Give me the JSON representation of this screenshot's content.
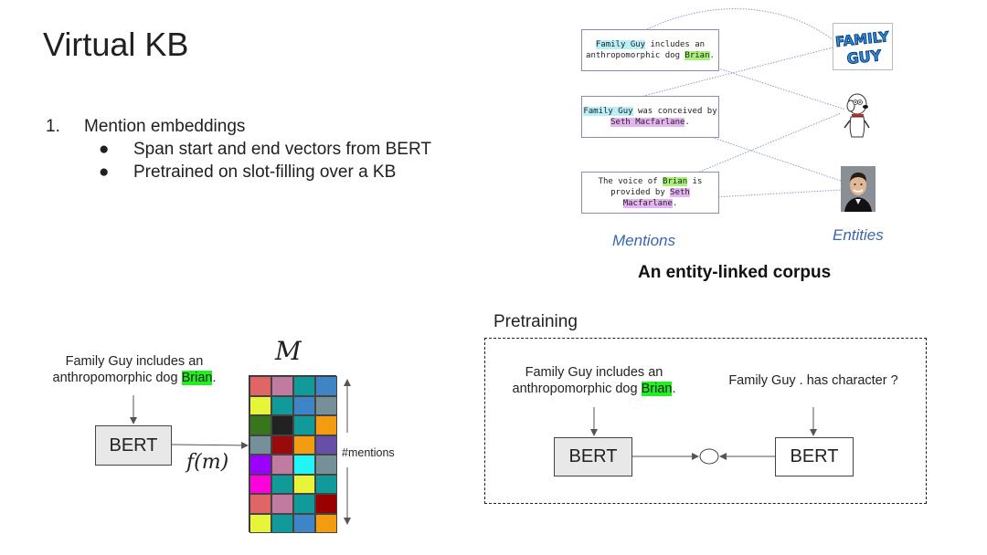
{
  "slide": {
    "title": "Virtual KB",
    "list": {
      "item_number": "1.",
      "item_text": "Mention embeddings",
      "bullet_char": "●",
      "bullets": [
        "Span start and end vectors from BERT",
        "Pretrained on slot-filling over a KB"
      ]
    }
  },
  "corpus": {
    "mentions": [
      {
        "segments": [
          [
            {
              "t": "Family Guy",
              "hl": "cyan"
            },
            {
              "t": " includes an",
              "hl": ""
            }
          ],
          [
            {
              "t": "anthropomorphic dog ",
              "hl": ""
            },
            {
              "t": "Brian",
              "hl": "green"
            },
            {
              "t": ".",
              "hl": ""
            }
          ]
        ]
      },
      {
        "segments": [
          [
            {
              "t": "Family Guy",
              "hl": "cyan"
            },
            {
              "t": " was conceived by",
              "hl": ""
            }
          ],
          [
            {
              "t": "Seth Macfarlane",
              "hl": "purple"
            },
            {
              "t": ".",
              "hl": ""
            }
          ]
        ]
      },
      {
        "segments": [
          [
            {
              "t": "The voice of ",
              "hl": ""
            },
            {
              "t": "Brian",
              "hl": "green"
            },
            {
              "t": " is",
              "hl": ""
            }
          ],
          [
            {
              "t": "provided by ",
              "hl": ""
            },
            {
              "t": "Seth Macfarlane",
              "hl": "purple"
            },
            {
              "t": ".",
              "hl": ""
            }
          ]
        ]
      }
    ],
    "logo_text_line1": "FAMILY",
    "logo_text_line2": "GUY",
    "mentions_caption": "Mentions",
    "entities_caption": "Entities",
    "caption": "An entity-linked corpus"
  },
  "encoder": {
    "sentence_line1": "Family Guy includes an",
    "sentence_line2_pre": "anthropomorphic dog ",
    "sentence_highlight": "Brian",
    "sentence_line2_post": ".",
    "bert_label": "BERT",
    "fm_label": "f(m)",
    "matrix_label": "M",
    "mentions_axis_label": "#mentions"
  },
  "pretraining": {
    "label": "Pretraining",
    "sentence_line1": "Family Guy includes an",
    "sentence_line2_pre": "anthropomorphic dog ",
    "sentence_highlight": "Brian",
    "sentence_line2_post": ".",
    "query": "Family Guy . has character ?",
    "left_bert_label": "BERT",
    "right_bert_label": "BERT"
  },
  "colors": {
    "highlight_cyan": "#b9f0f7",
    "highlight_green": "#a8f07a",
    "highlight_purple": "#e4b4f0",
    "highlight_bright_green": "#22ee22",
    "caption_blue": "#3a66b0",
    "link_line": "#7a8fb0"
  },
  "matrix_colors": [
    [
      "#e06666",
      "#c27ba0",
      "#119a9a",
      "#3d85c6"
    ],
    [
      "#e6f53a",
      "#119a9a",
      "#3d85c6",
      "#76909a"
    ],
    [
      "#38761d",
      "#222222",
      "#119a9a",
      "#f39c12"
    ],
    [
      "#76909a",
      "#9b0a0a",
      "#f39c12",
      "#674ea7"
    ],
    [
      "#9900ff",
      "#c27ba0",
      "#22f5f5",
      "#76909a"
    ],
    [
      "#ff00dd",
      "#119a9a",
      "#e6f53a",
      "#119a9a"
    ],
    [
      "#e06666",
      "#c27ba0",
      "#119a9a",
      "#990000"
    ],
    [
      "#e6f53a",
      "#119a9a",
      "#3d85c6",
      "#f39c12"
    ]
  ]
}
